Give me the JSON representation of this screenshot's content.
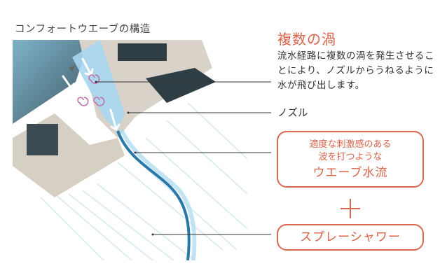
{
  "title": "コンフォートウエーブの構造",
  "vortex": {
    "heading": "複数の渦",
    "description": "流水経路に複数の渦を発生させることにより、ノズルからうねるように水が飛び出します。"
  },
  "nozzle_label": "ノズル",
  "wave_box": {
    "line1": "適度な刺激感のある",
    "line2": "波を打つような",
    "line3": "ウエーブ水流"
  },
  "spray_box": {
    "label": "スプレーシャワー"
  },
  "colors": {
    "accent": "#d9644a",
    "text": "#333333",
    "water": "#9fd3ea",
    "vortex": "#c06aa8"
  }
}
